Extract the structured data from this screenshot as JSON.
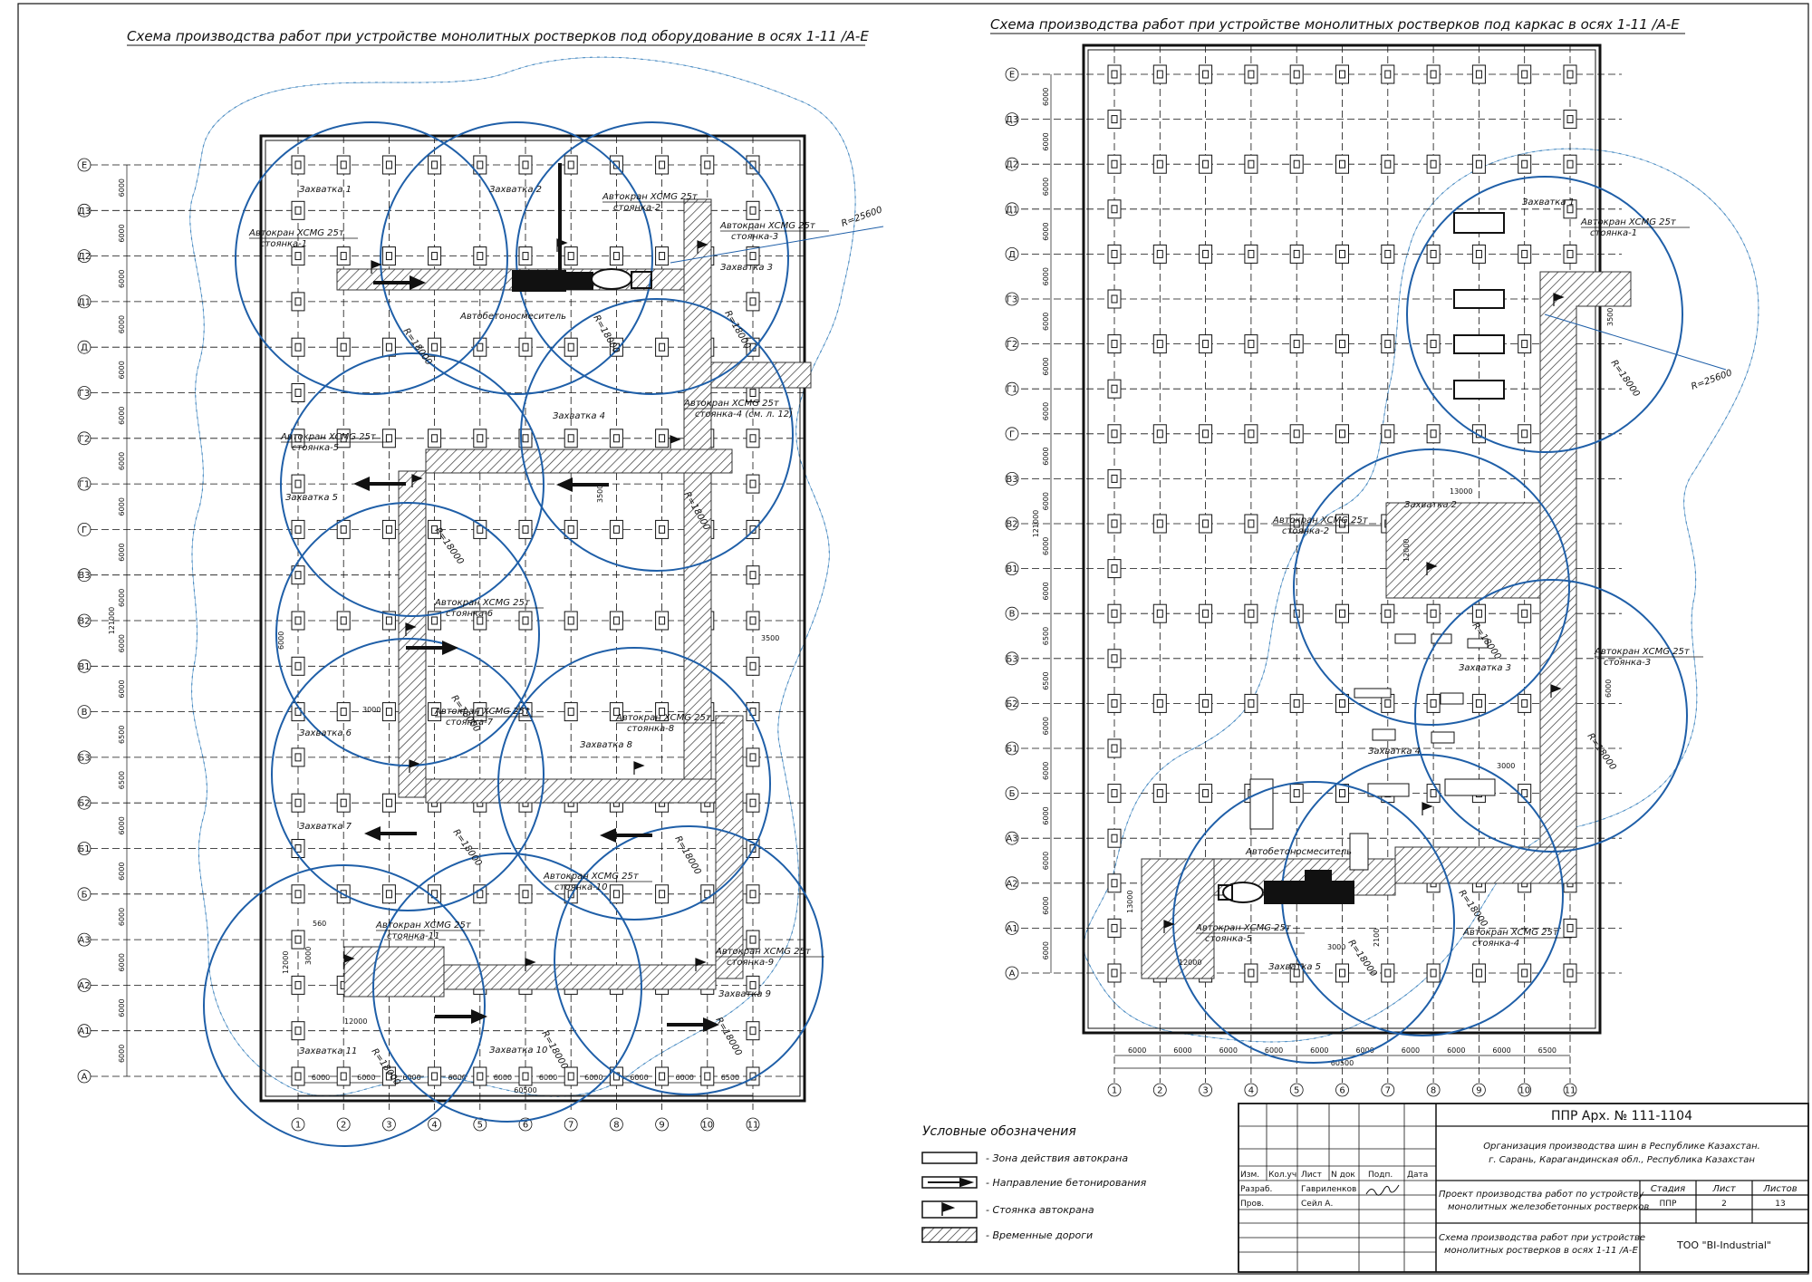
{
  "colors": {
    "line": "#111111",
    "crane": "#1f5fa8",
    "reach": "#4f8fc4",
    "road": "#333333"
  },
  "left": {
    "title": "Схема производства работ при устройстве монолитных ростверков под оборудование в осях 1-11 /А-Е",
    "rows": [
      "Е",
      "Д3",
      "Д2",
      "Д1",
      "Д",
      "Г3",
      "Г2",
      "Г1",
      "Г",
      "В3",
      "В2",
      "В1",
      "В",
      "Б3",
      "Б2",
      "Б1",
      "Б",
      "А3",
      "А2",
      "А1",
      "А"
    ],
    "row_dims": [
      "6000",
      "6000",
      "6000",
      "6000",
      "6000",
      "6000",
      "6000",
      "6000",
      "6000",
      "6000",
      "6000",
      "6000",
      "6500",
      "6500",
      "6000",
      "6000",
      "6000",
      "6000",
      "6000",
      "6000"
    ],
    "total_dim": "121000",
    "cols": [
      "1",
      "2",
      "3",
      "4",
      "5",
      "6",
      "7",
      "8",
      "9",
      "10",
      "11"
    ],
    "col_dims": [
      "6000",
      "6000",
      "6000",
      "6000",
      "6000",
      "6000",
      "6000",
      "6000",
      "6000",
      "6500"
    ],
    "col_total": "60500",
    "zones": [
      "Захватка 1",
      "Захватка 2",
      "Захватка 3",
      "Захватка 4",
      "Захватка 5",
      "Захватка 6",
      "Захватка 7",
      "Захватка 8",
      "Захватка 9",
      "Захватка 10",
      "Захватка 11"
    ],
    "cranes": [
      {
        "name": "Автокран XCMG 25т",
        "stand": "стоянка-1"
      },
      {
        "name": "Автокран XCMG 25т",
        "stand": "стоянка-2"
      },
      {
        "name": "Автокран XCMG 25т",
        "stand": "стоянка-3"
      },
      {
        "name": "Автокран XCMG 25т",
        "stand": "стоянка-4 (см. л. 12)"
      },
      {
        "name": "Автокран XCMG 25т",
        "stand": "стоянка-5"
      },
      {
        "name": "Автокран XCMG 25т",
        "stand": "стоянка-6"
      },
      {
        "name": "Автокран XCMG 25т",
        "stand": "стоянка-7"
      },
      {
        "name": "Автокран XCMG 25т",
        "stand": "стоянка-8"
      },
      {
        "name": "Автокран XCMG 25т",
        "stand": "стоянка-9"
      },
      {
        "name": "Автокран XCMG 25т",
        "stand": "стоянка-10"
      },
      {
        "name": "Автокран XCMG 25т",
        "stand": "стоянка-11"
      }
    ],
    "mixer": "Автобетоносмеситель",
    "radius_big": "R=25600",
    "radius": "R=18000",
    "road_width": "3500",
    "dim_3000": "3000",
    "dim_560": "560",
    "dim_12000": "12000"
  },
  "right": {
    "title": "Схема производства работ при устройстве монолитных ростверков  под каркас в осях 1-11 /А-Е",
    "rows": [
      "Е",
      "Д3",
      "Д2",
      "Д1",
      "Д",
      "Г3",
      "Г2",
      "Г1",
      "Г",
      "В3",
      "В2",
      "В1",
      "В",
      "Б3",
      "Б2",
      "Б1",
      "Б",
      "А3",
      "А2",
      "А1",
      "А"
    ],
    "row_dims": [
      "6000",
      "6000",
      "6000",
      "6000",
      "6000",
      "6000",
      "6000",
      "6000",
      "6000",
      "6000",
      "6000",
      "6000",
      "6500",
      "6500",
      "6000",
      "6000",
      "6000",
      "6000",
      "6000",
      "6000"
    ],
    "total_dim": "121000",
    "cols": [
      "1",
      "2",
      "3",
      "4",
      "5",
      "6",
      "7",
      "8",
      "9",
      "10",
      "11"
    ],
    "col_dims": [
      "6000",
      "6000",
      "6000",
      "6000",
      "6000",
      "6000",
      "6000",
      "6000",
      "6000",
      "6500"
    ],
    "col_total": "60500",
    "zones": [
      "Захватка 1",
      "Захватка 2",
      "Захватка 3",
      "Захватка 4",
      "Захватка 5"
    ],
    "cranes": [
      {
        "name": "Автокран XCMG 25т",
        "stand": "стоянка-1"
      },
      {
        "name": "Автокран XCMG 25т",
        "stand": "стоянка-2"
      },
      {
        "name": "Автокран XCMG 25т",
        "stand": "стоянка-3"
      },
      {
        "name": "Автокран XCMG 25т",
        "stand": "стоянка-4"
      },
      {
        "name": "Автокран XCMG 25т",
        "stand": "стоянка-5"
      }
    ],
    "mixer": "Автобетоносмеситель",
    "radius_big": "R=25600",
    "radius": "R=18000",
    "dims": {
      "d3500": "3500",
      "d13000": "13000",
      "d12000": "12000",
      "d6000": "6000",
      "d3000": "3000",
      "d13000b": "13000",
      "d2100": "2100"
    }
  },
  "legend": {
    "title": "Условные обозначения",
    "items": [
      "- Зона действия автокрана",
      "- Направление бетонирования",
      "- Стоянка автокрана",
      "- Временные дороги"
    ]
  },
  "title_block": {
    "code": "ППР Арх. № 111-1104",
    "org_line1": "Организация производства шин в Республике Казахстан.",
    "org_line2": "г. Сарань, Карагандинская обл., Республика Казахстан",
    "headers": [
      "Изм.",
      "Кол.уч",
      "Лист",
      "N док",
      "Подп.",
      "Дата"
    ],
    "role1": "Разраб.",
    "person1": "Гавриленков",
    "role2": "Пров.",
    "person2": "Сейл А.",
    "project_line1": "Проект производства работ по устройству",
    "project_line2": "монолитных железобетонных ростверков",
    "stage_label": "Стадия",
    "sheet_label": "Лист",
    "sheets_label": "Листов",
    "stage": "ППР",
    "sheet": "2",
    "sheets": "13",
    "drawing_line1": "Схема производства работ при устройстве",
    "drawing_line2": "монолитных ростверков в осях 1-11 /А-Е",
    "company": "ТОО \"BI-Industrial\""
  }
}
